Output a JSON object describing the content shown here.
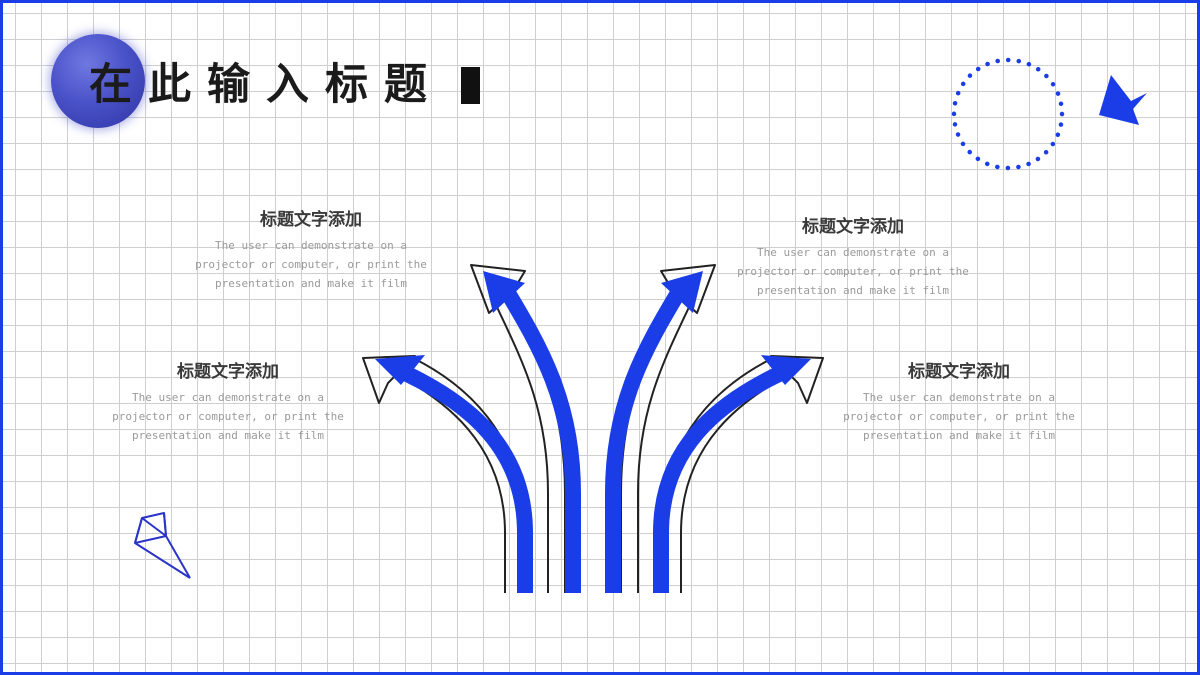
{
  "slide": {
    "title": "在此输入标题",
    "accent_color": "#1a3de8",
    "blocks": [
      {
        "title": "标题文字添加",
        "line1": "The user can demonstrate on a",
        "line2": "projector or computer, or print the",
        "line3": "presentation and make it film"
      },
      {
        "title": "标题文字添加",
        "line1": "The user can demonstrate on a",
        "line2": "projector or computer, or print the",
        "line3": "presentation and make it film"
      },
      {
        "title": "标题文字添加",
        "line1": "The user can demonstrate on a",
        "line2": "projector or computer, or print the",
        "line3": "presentation and make it film"
      },
      {
        "title": "标题文字添加",
        "line1": "The user can demonstrate on a",
        "line2": "projector or computer, or print the",
        "line3": "presentation and make it film"
      }
    ],
    "icons": [
      "planet-icon",
      "dotted-circle-icon",
      "triangle-icon",
      "crystal-icon",
      "branching-arrows-icon"
    ]
  }
}
